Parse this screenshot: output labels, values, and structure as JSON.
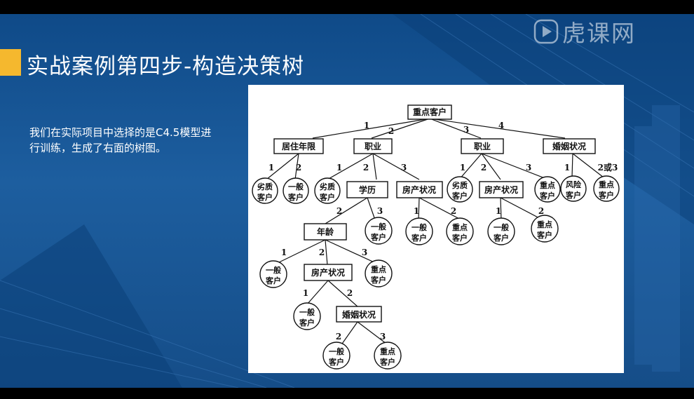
{
  "slide": {
    "title": "实战案例第四步-构造决策树",
    "description": "我们在实际项目中选择的是C4.5模型进行训练，生成了右面的树图。",
    "logo_text": "虎课网"
  },
  "colors": {
    "accent": "#f5b82e",
    "background": "#1a5a9a",
    "frame": "#000000"
  },
  "tree": {
    "nodes": {
      "root": "重点客户",
      "n_residence": "居住年限",
      "n_job_a": "职业",
      "n_job_b": "职业",
      "n_marriage_a": "婚姻状况",
      "l_inferior_1": "劣质客户",
      "l_general_1": "一般客户",
      "l_inferior_2": "劣质客户",
      "n_education": "学历",
      "n_housing_a": "房产状况",
      "l_inferior_3": "劣质客户",
      "n_housing_b": "房产状况",
      "l_key_1": "重点客户",
      "l_risk": "风险客户",
      "l_key_2": "重点客户",
      "n_age": "年龄",
      "l_general_2": "一般客户",
      "l_general_3": "一般客户",
      "l_key_3": "重点客户",
      "l_general_4": "一般客户",
      "l_key_4": "重点客户",
      "l_general_5": "一般客户",
      "n_housing_c": "房产状况",
      "l_key_5": "重点客户",
      "l_general_6": "一般客户",
      "n_marriage_b": "婚姻状况",
      "l_general_7": "一般客户",
      "l_key_6": "重点客户"
    },
    "edges": {
      "root_residence": "1",
      "root_job_a": "2",
      "root_job_b": "3",
      "root_marriage_a": "4",
      "residence_inferior": "1",
      "residence_general": "2",
      "joba_inferior": "1",
      "joba_education": "2",
      "joba_housing": "3",
      "jobb_inferior": "1",
      "jobb_housing": "2",
      "jobb_key": "3",
      "marriage_risk": "1",
      "marriage_key": "2或3",
      "education_age": "2",
      "education_general": "3",
      "housinga_general": "1",
      "housinga_key": "2",
      "housingb_general": "1",
      "housingb_key": "2",
      "age_general": "1",
      "age_housing": "2",
      "age_key": "3",
      "housingc_general": "1",
      "housingc_marriage": "2",
      "marriageb_general": "2",
      "marriageb_key": "3"
    }
  }
}
